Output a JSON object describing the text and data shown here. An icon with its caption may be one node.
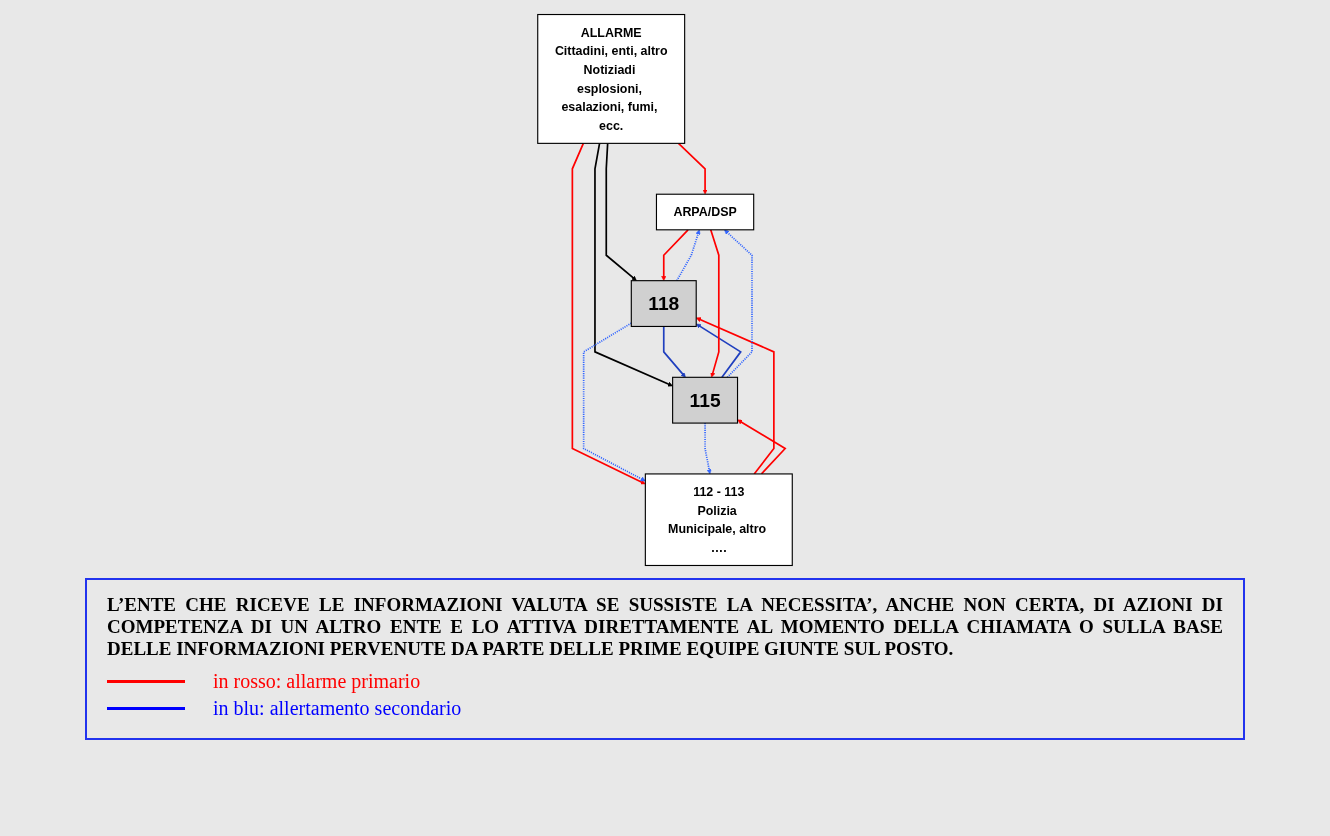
{
  "diagram": {
    "nodes": [
      {
        "text": [
          "ALLARME",
          "Cittadini, enti, altro",
          "Notiziadi esplosioni, esalazioni, fumi, ecc."
        ]
      },
      {
        "text": [
          "ARPA/DSP"
        ]
      },
      {
        "text": [
          "112 - 113",
          "Polizia Municipale, altro …."
        ]
      },
      {
        "text": [
          "118"
        ]
      },
      {
        "text": [
          "115"
        ]
      }
    ],
    "edges": [
      {
        "from": 0,
        "to": 1,
        "arrow": "to"
      },
      {
        "from": 0,
        "to": 2,
        "arrow": "to"
      },
      {
        "from": 0,
        "to": 3,
        "arrow": "to",
        "color": "#000000"
      },
      {
        "from": 0,
        "to": 4,
        "arrow": "to",
        "color": "#000000"
      },
      {
        "from": 3,
        "to": 4,
        "arrow": "to",
        "color": "#1f3fbf"
      },
      {
        "from": 4,
        "to": 3,
        "arrow": "to",
        "color": "#1f3fbf"
      },
      {
        "from": 2,
        "to": 3,
        "arrow": "to"
      },
      {
        "from": 2,
        "to": 4,
        "arrow": "to"
      },
      {
        "from": 1,
        "to": 3,
        "arrow": "to"
      },
      {
        "from": 1,
        "to": 4,
        "arrow": "to"
      },
      {
        "from": 3,
        "to": 2,
        "arrow": "to",
        "style": "dashed",
        "color": "#3366ff"
      },
      {
        "from": 4,
        "to": 2,
        "arrow": "to",
        "style": "dashed",
        "color": "#3366ff"
      },
      {
        "from": 3,
        "to": 1,
        "arrow": "to",
        "style": "dashed",
        "color": "#3366ff"
      },
      {
        "from": 4,
        "to": 1,
        "arrow": "to",
        "style": "dashed",
        "color": "#3366ff"
      }
    ],
    "labels": [
      "L’ENTE CHE RICEVE LE INFORMAZIONI VALUTA SE SUSSISTE LA NECESSITA’, ANCHE NON CERTA, DI AZIONI DI COMPETENZA DI UN ALTRO ENTE E LO ATTIVA DIRETTAMENTE AL MOMENTO DELLA CHIAMATA O SULLA BASE DELLE INFORMAZIONI PERVENUTE DA PARTE DELLE PRIME EQUIPE GIUNTE SUL POSTO."
    ],
    "legend": [
      {
        "text": "in rosso: allarme primario",
        "color": "#ff0000"
      },
      {
        "text": "in blu: allertamento secondario",
        "color": "#0000ff"
      }
    ]
  }
}
